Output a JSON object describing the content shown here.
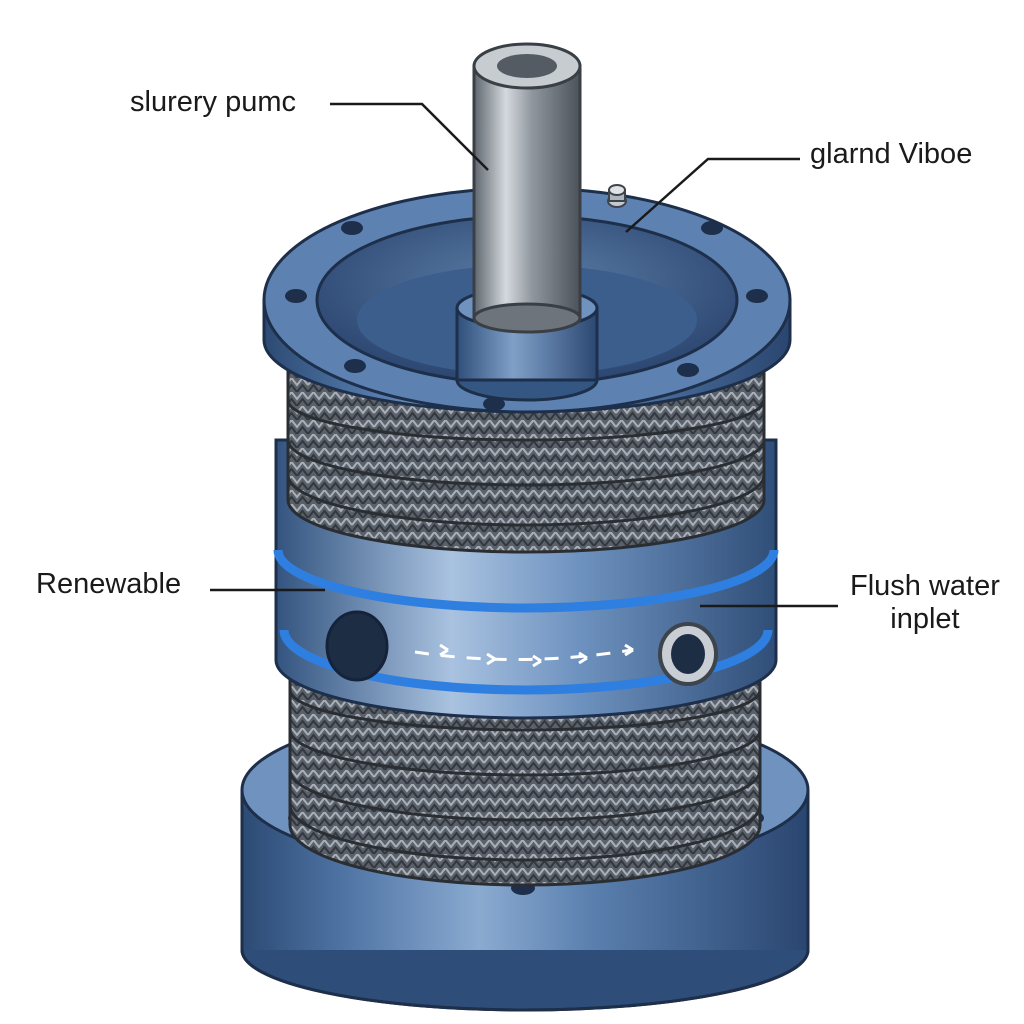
{
  "labels": {
    "shaft": "slurery pumc",
    "gland": "glarnd Viboe",
    "renewable": "Renewable",
    "flush": [
      "Flush water",
      "inplet"
    ]
  },
  "colors": {
    "body_blue": "#4f74a4",
    "body_dark": "#2c4a73",
    "body_light": "#8aaad0",
    "accent_band": "#2f7fe0",
    "packing": "#5b616a",
    "shaft_steel": "#9aa1a9",
    "leader": "#1a1a1a"
  },
  "icons": [
    "shaft",
    "packing-braid",
    "flow-arrow",
    "bolt-hole",
    "inlet-port"
  ]
}
